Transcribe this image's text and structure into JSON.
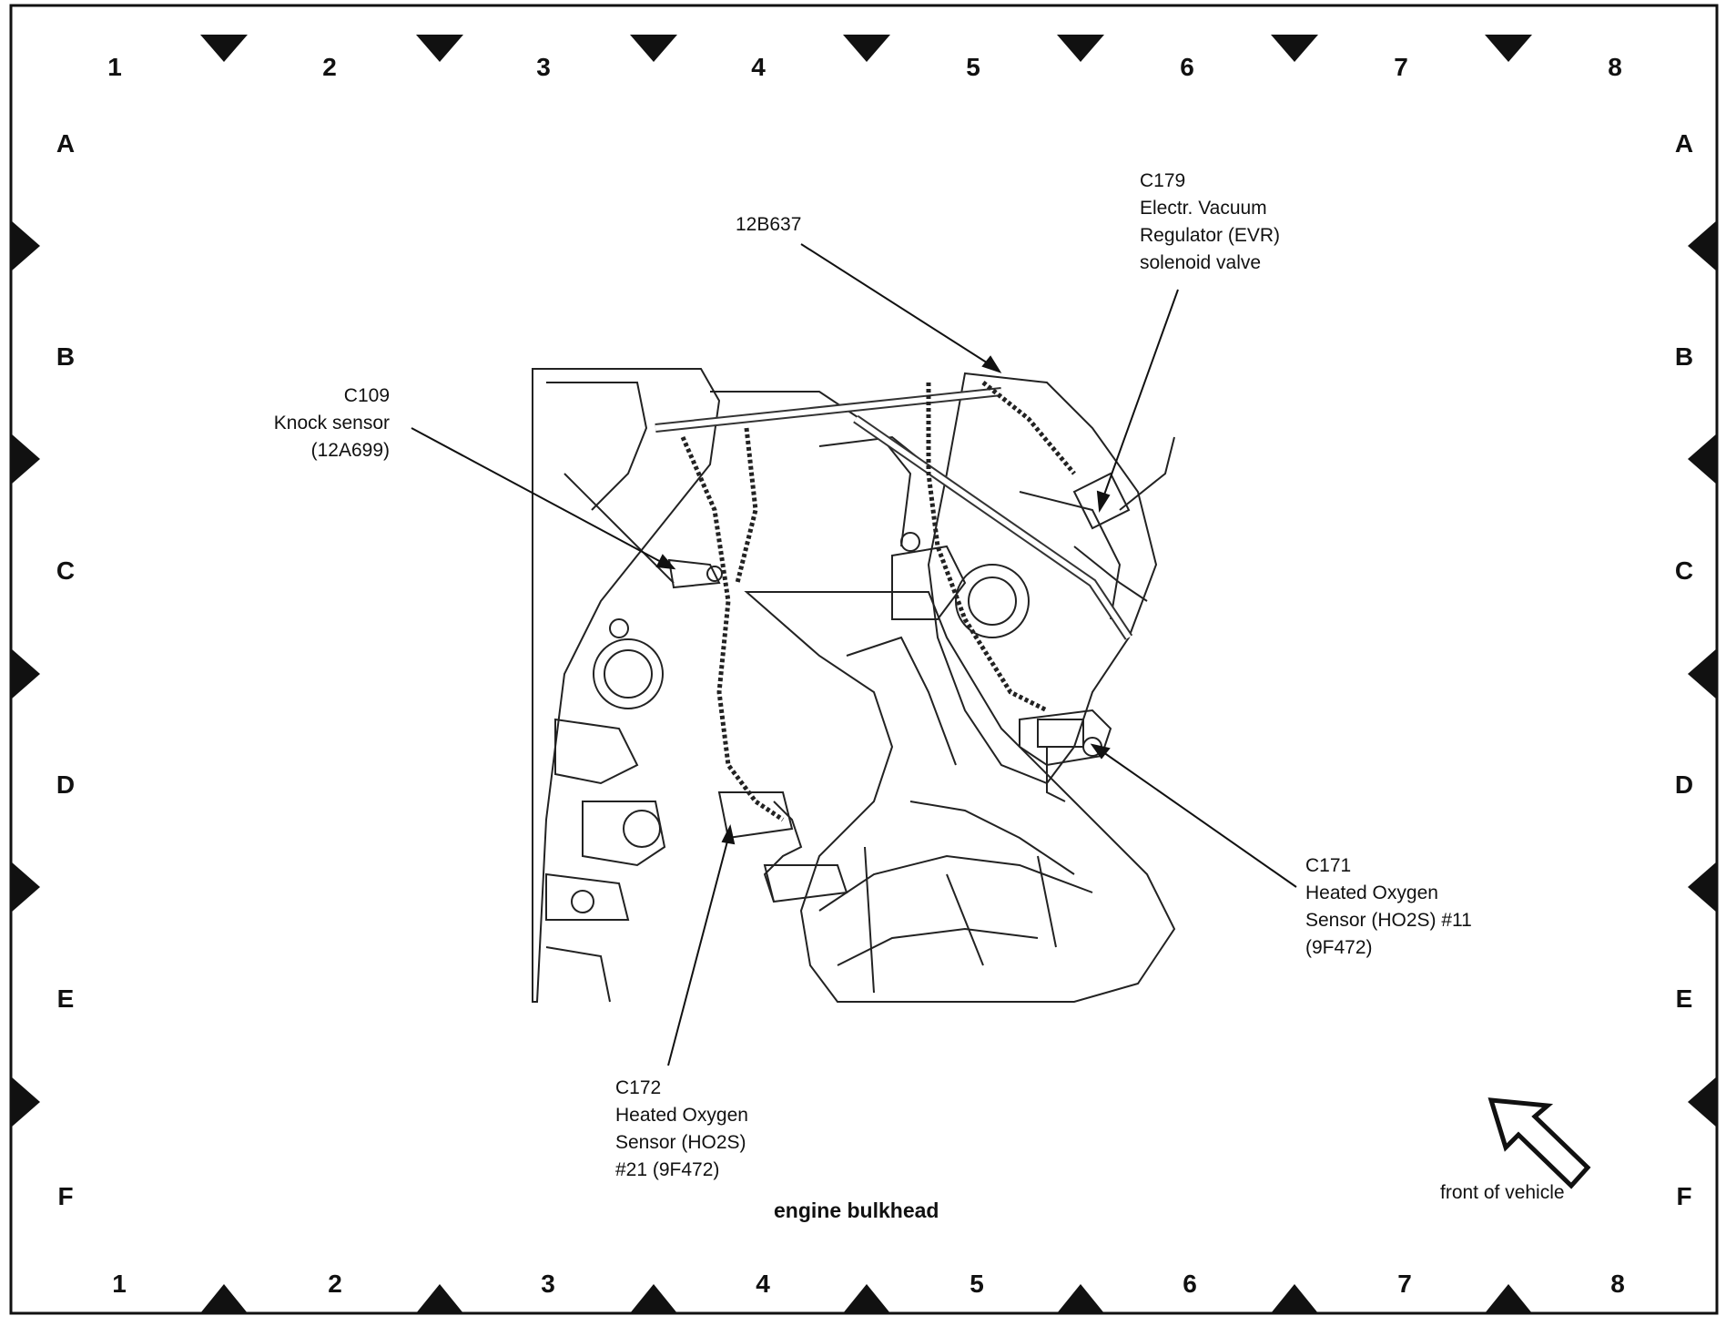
{
  "grid": {
    "columns": [
      "1",
      "2",
      "3",
      "4",
      "5",
      "6",
      "7",
      "8"
    ],
    "rows": [
      "A",
      "B",
      "C",
      "D",
      "E",
      "F"
    ]
  },
  "callouts": {
    "c179": {
      "id": "C179",
      "lines": [
        "Electr. Vacuum",
        "Regulator (EVR)",
        "solenoid valve"
      ]
    },
    "b637": {
      "id": "12B637"
    },
    "c109": {
      "id": "C109",
      "lines": [
        "Knock sensor",
        "(12A699)"
      ]
    },
    "c171": {
      "id": "C171",
      "lines": [
        "Heated Oxygen",
        "Sensor (HO2S) #11",
        "(9F472)"
      ]
    },
    "c172": {
      "id": "C172",
      "lines": [
        "Heated Oxygen",
        "Sensor (HO2S)",
        "#21 (9F472)"
      ]
    }
  },
  "footer": {
    "bulkhead_label": "engine bulkhead",
    "front_label": "front of vehicle"
  },
  "icons": {
    "front_arrow": "arrow-up-left-icon",
    "grid_marker": "triangle-marker-icon"
  }
}
